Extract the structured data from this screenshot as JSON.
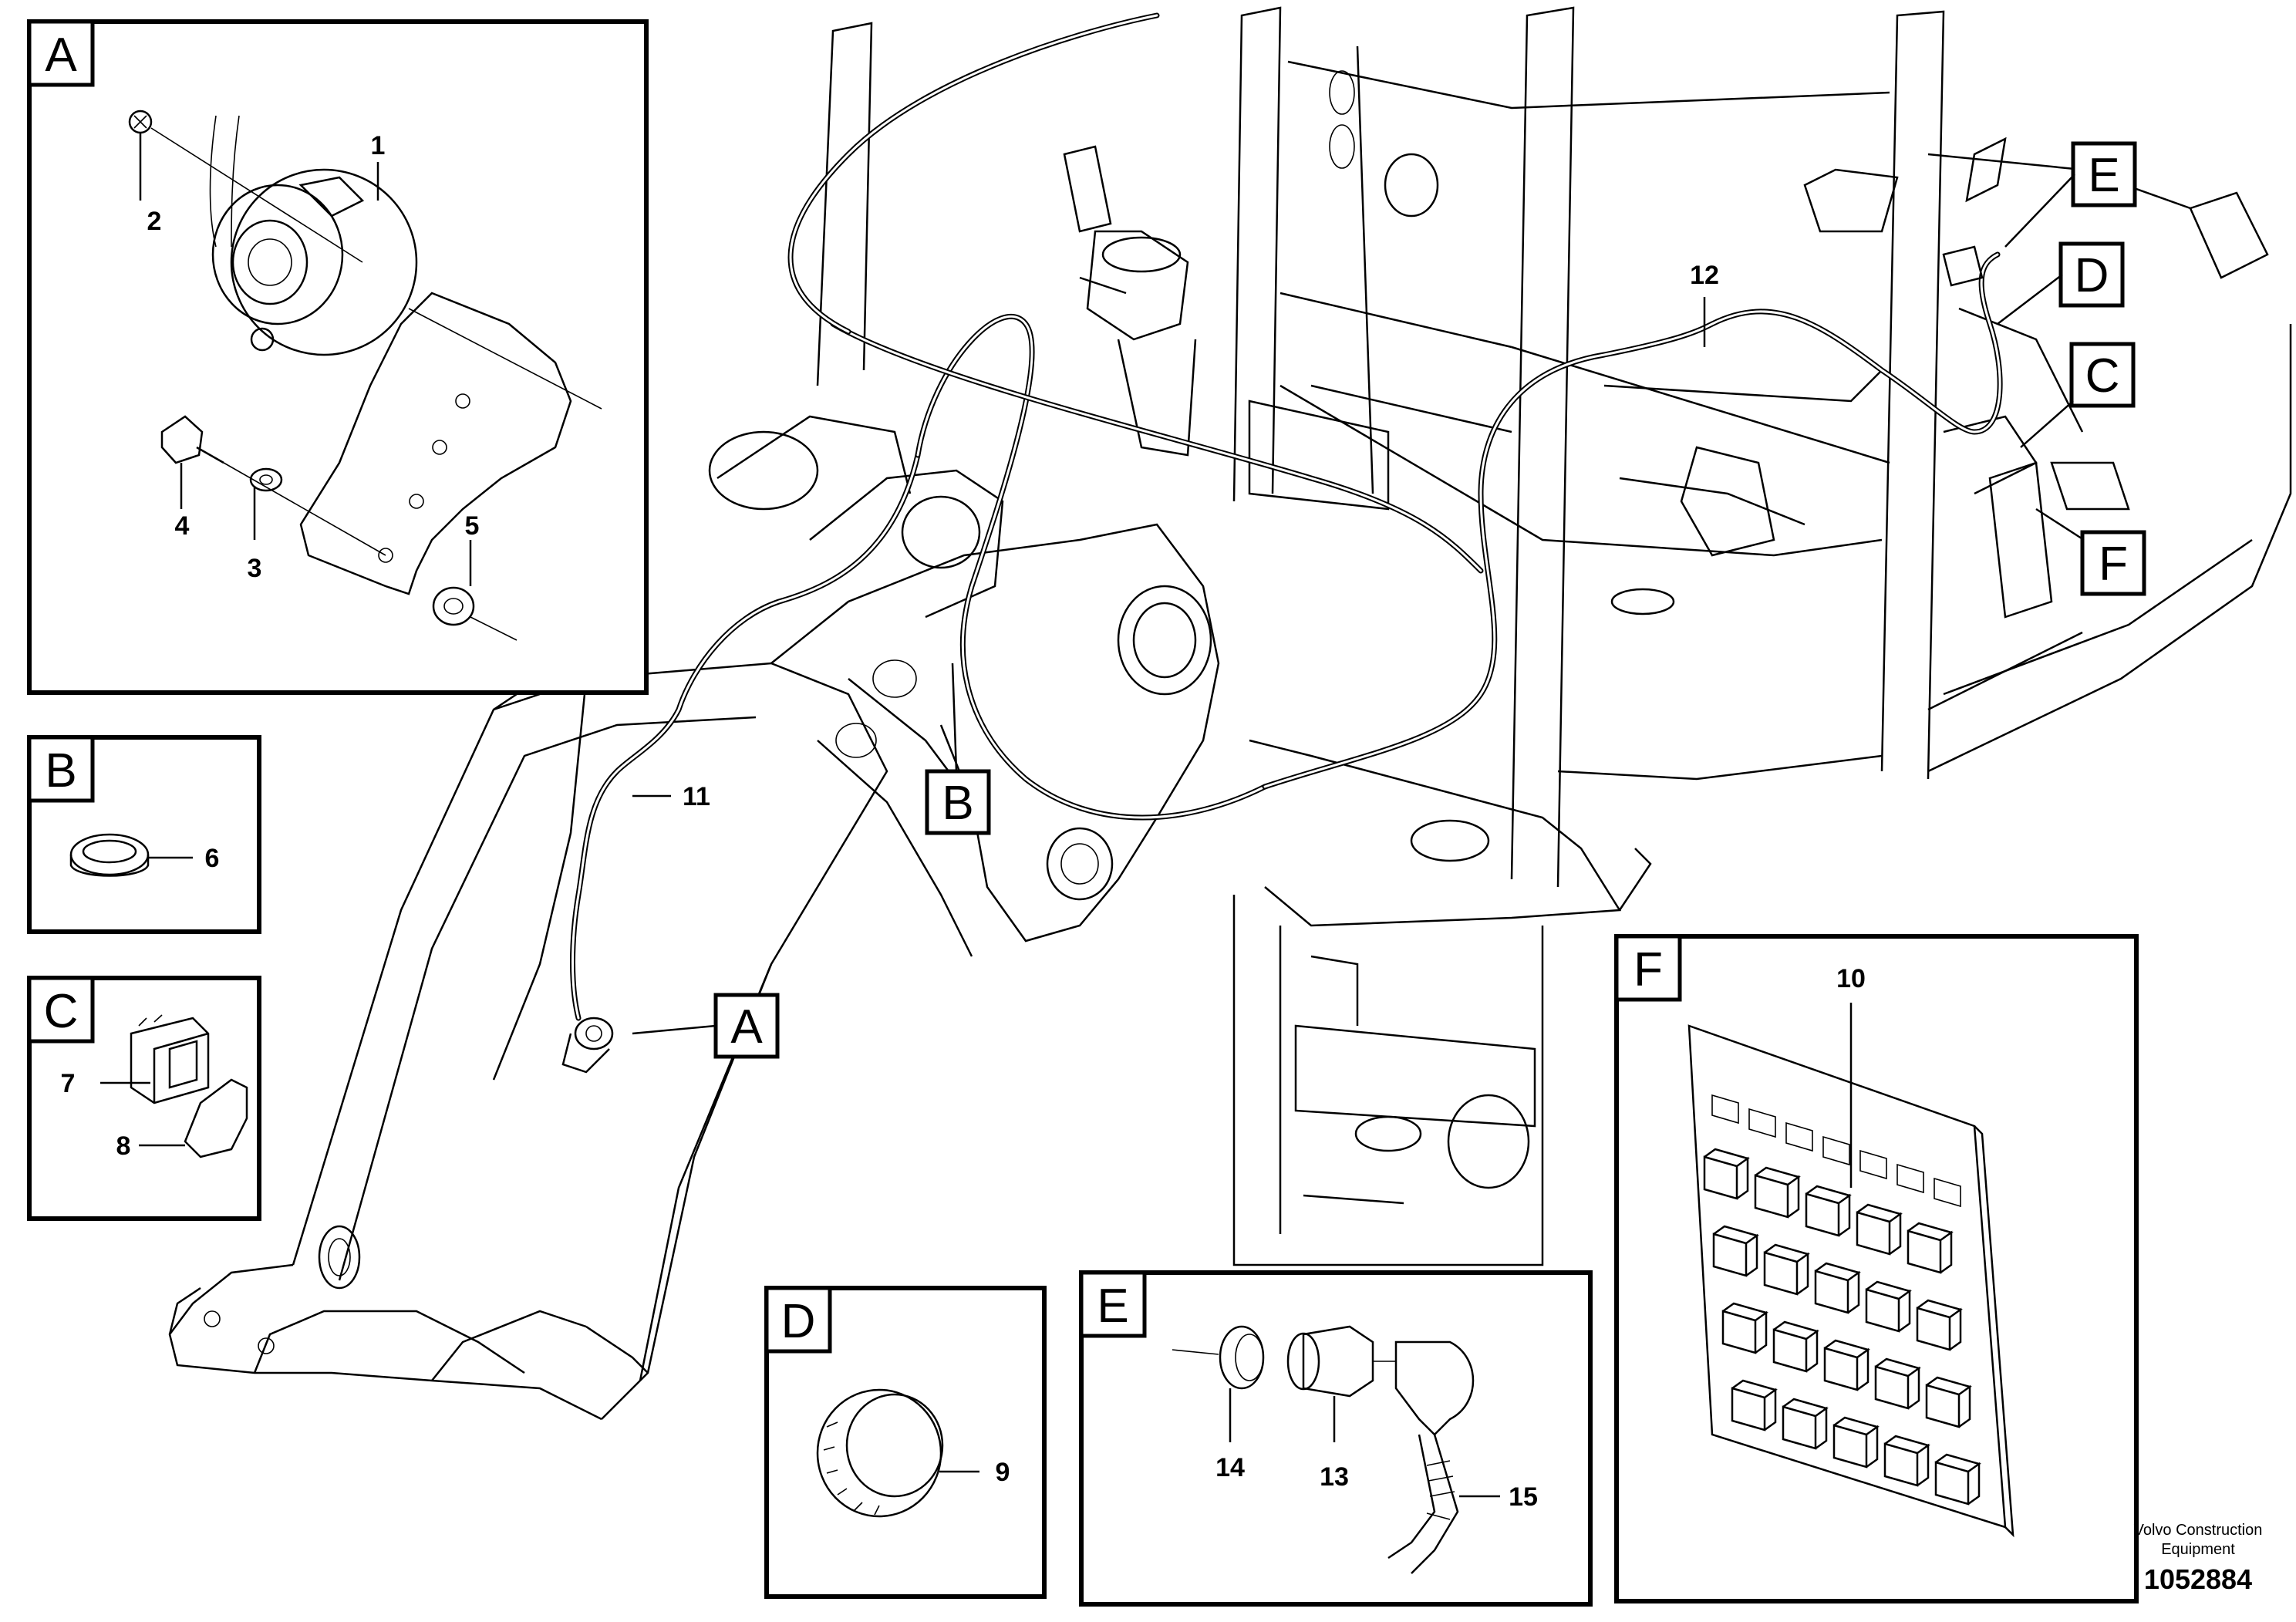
{
  "detail_boxes": {
    "A": "A",
    "B": "B",
    "C": "C",
    "D": "D",
    "E": "E",
    "F": "F"
  },
  "callouts": {
    "A": "A",
    "B": "B",
    "C": "C",
    "D": "D",
    "E": "E",
    "F": "F"
  },
  "part_numbers": {
    "p1": "1",
    "p2": "2",
    "p3": "3",
    "p4": "4",
    "p5": "5",
    "p6": "6",
    "p7": "7",
    "p8": "8",
    "p9": "9",
    "p10": "10",
    "p11": "11",
    "p12": "12",
    "p13": "13",
    "p14": "14",
    "p15": "15"
  },
  "credit": {
    "line1": "Volvo Construction",
    "line2": "Equipment",
    "drawing_number": "1052884"
  }
}
